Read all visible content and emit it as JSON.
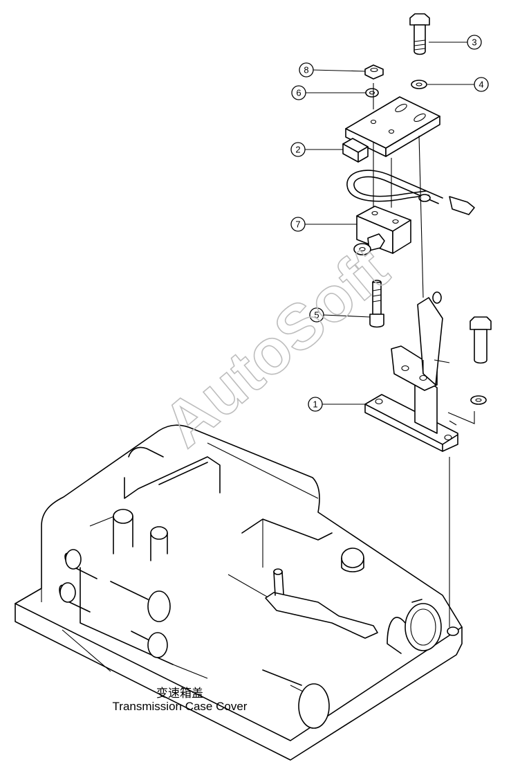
{
  "watermark": "AutoSoft",
  "callouts": [
    "1",
    "2",
    "3",
    "4",
    "5",
    "6",
    "7",
    "8"
  ],
  "caption": {
    "chinese": "变速箱盖",
    "english": "Transmission Case Cover"
  }
}
